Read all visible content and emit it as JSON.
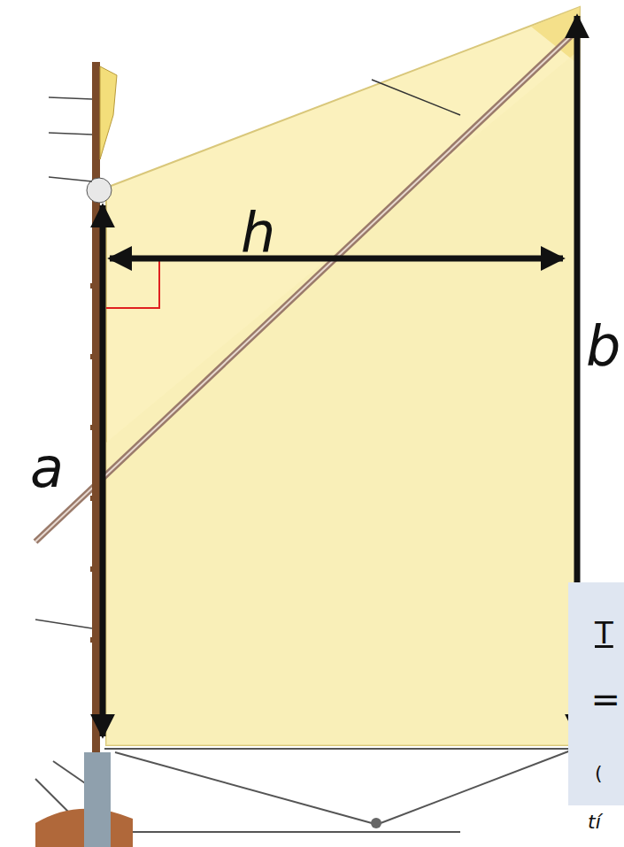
{
  "diagram": {
    "nodes": [
      {
        "text": [
          "T",
          "=",
          "("
        ]
      }
    ],
    "labels": [
      "h",
      "a",
      "b",
      "tí"
    ]
  }
}
